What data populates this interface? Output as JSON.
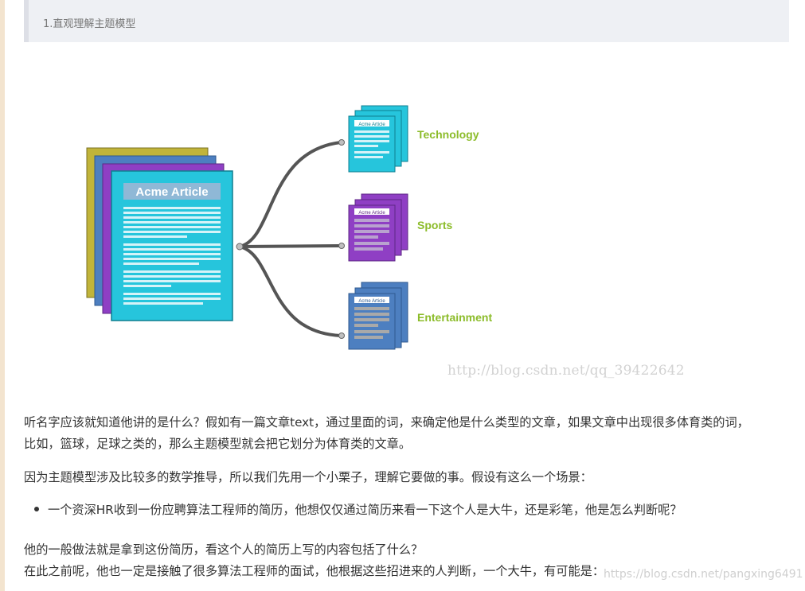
{
  "blockquote": {
    "heading": "1.直观理解主题模型"
  },
  "figure": {
    "main_doc_title": "Acme Article",
    "small_doc_title": "Acme Article",
    "categories": [
      {
        "label": "Technology",
        "color": "#26c5dc"
      },
      {
        "label": "Sports",
        "color": "#8f3fc4"
      },
      {
        "label": "Entertainment",
        "color": "#4d7fc0"
      }
    ],
    "label_color": "#8cbc2a",
    "watermark": "http://blog.csdn.net/qq_39422642"
  },
  "paragraphs": {
    "p1_line1": "听名字应该就知道他讲的是什么？假如有一篇文章text，通过里面的词，来确定他是什么类型的文章，如果文章中出现很多体育类的词，",
    "p1_line2": "比如，篮球，足球之类的，那么主题模型就会把它划分为体育类的文章。",
    "p2": "因为主题模型涉及比较多的数学推导，所以我们先用一个小栗子，理解它要做的事。假设有这么一个场景：",
    "bullet1": "一个资深HR收到一份应聘算法工程师的简历，他想仅仅通过简历来看一下这个人是大牛，还是彩笔，他是怎么判断呢？",
    "p3_line1": "他的一般做法就是拿到这份简历，看这个人的简历上写的内容包括了什么？",
    "p3_line2": "在此之前呢，他也一定是接触了很多算法工程师的面试，他根据这些招进来的人判断，一个大牛，有可能是："
  },
  "watermark_bottom": "https://blog.csdn.net/pangxing6491"
}
